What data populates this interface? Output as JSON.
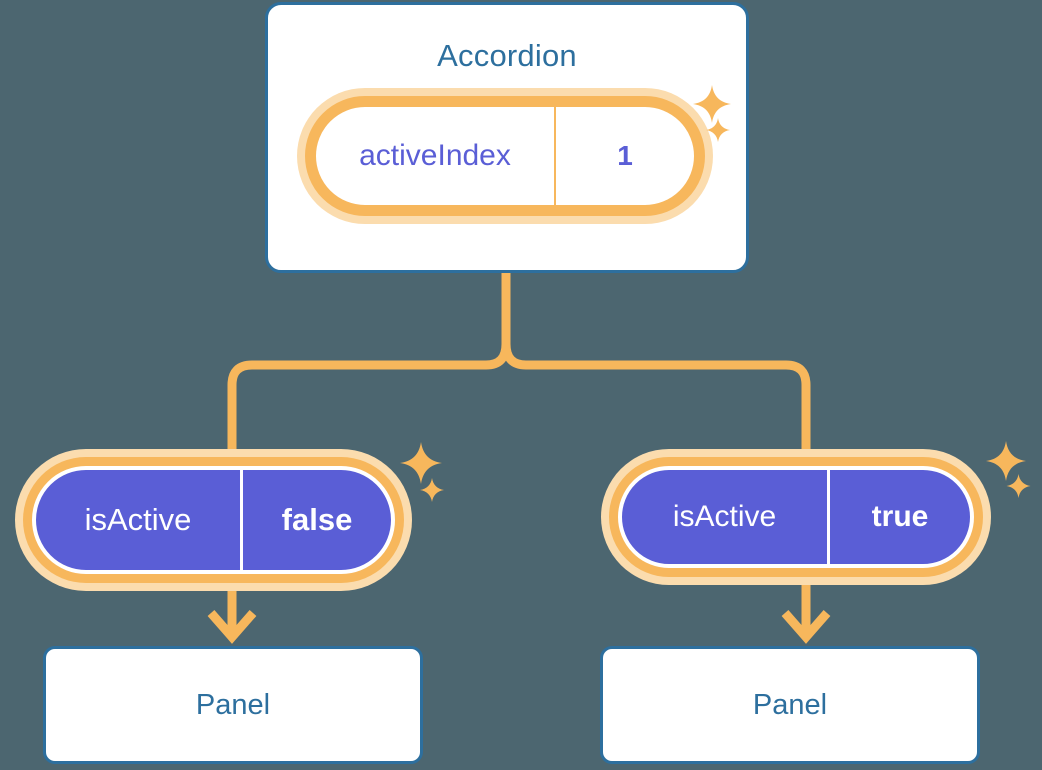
{
  "background_color": "#4c6670",
  "palette": {
    "card_border_blue": "#2d6f9e",
    "title_blue": "#2d6f9e",
    "accent_orange": "#f7b75c",
    "accent_orange_soft": "#fbdcae",
    "state_purple": "#5a5ed6",
    "white": "#ffffff"
  },
  "diagram": {
    "type": "component-tree",
    "root": {
      "title": "Accordion",
      "state": {
        "key": "activeIndex",
        "value": "1"
      }
    },
    "children": [
      {
        "state": {
          "key": "isActive",
          "value": "false"
        },
        "component": {
          "title": "Panel"
        }
      },
      {
        "state": {
          "key": "isActive",
          "value": "true"
        },
        "component": {
          "title": "Panel"
        }
      }
    ]
  },
  "icons": {
    "sparkle": "sparkle-icon"
  }
}
